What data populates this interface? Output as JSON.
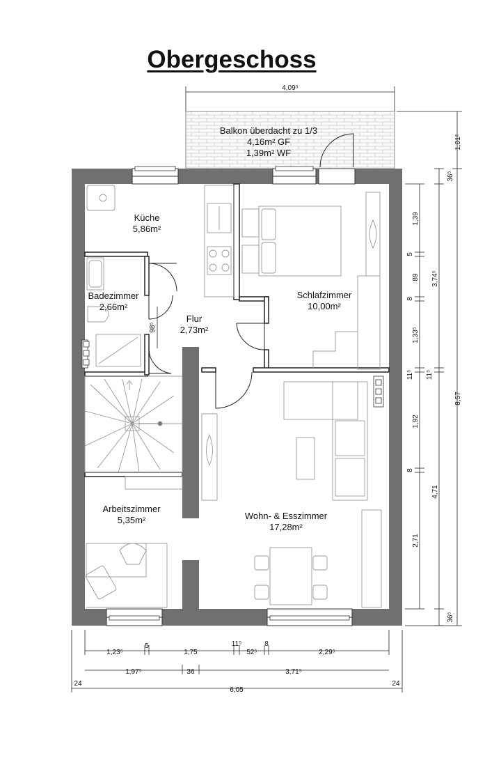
{
  "title": "Obergeschoss",
  "balcony": {
    "label": "Balkon überdacht zu 1/3",
    "gf": "4,16m² GF",
    "wf": "1,39m² WF",
    "width": "4,09⁵",
    "depth": "1,01⁵"
  },
  "rooms": {
    "kueche": {
      "name": "Küche",
      "area": "5,86m²"
    },
    "bad": {
      "name": "Badezimmer",
      "area": "2,66m²"
    },
    "flur": {
      "name": "Flur",
      "area": "2,73m²"
    },
    "schlaf": {
      "name": "Schlafzimmer",
      "area": "10,00m²"
    },
    "arbeit": {
      "name": "Arbeitszimmer",
      "area": "5,35m²"
    },
    "wohn": {
      "name": "Wohn- & Esszimmer",
      "area": "17,28m²"
    }
  },
  "dims_bottom_row1": [
    "1,23⁵",
    "5",
    "1,75",
    "11⁵",
    "52⁵",
    "8",
    "2,29⁵"
  ],
  "dims_bottom_row2": [
    "1,97⁵",
    "36",
    "3,71⁵"
  ],
  "dims_bottom_row3": [
    "24",
    "6,05",
    "24"
  ],
  "dims_right_a": [
    "1,39",
    "5",
    "89",
    "8",
    "1,33⁵",
    "11⁵",
    "1,92",
    "8",
    "2,71"
  ],
  "dims_right_b": [
    "36⁵",
    "3,74⁵",
    "11⁵",
    "4,71",
    "36⁵"
  ],
  "dims_right_c": "8,57",
  "dim_flur_door": "98⁵"
}
